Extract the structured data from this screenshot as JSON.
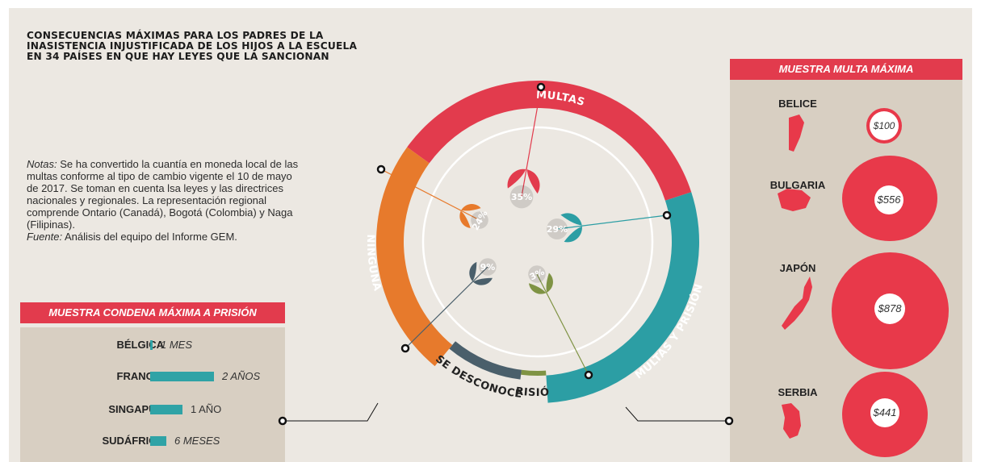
{
  "chart_data": {
    "type": "pie",
    "title": "Consecuencias máximas para los padres de la inasistencia injustificada de los hijos a la escuela en 34 países en que hay leyes que la sancionan",
    "categories": [
      "Multas",
      "Multas y prisión",
      "Prisión",
      "Se desconoce",
      "Ninguna"
    ],
    "values": [
      35,
      29,
      3,
      9,
      24
    ],
    "value_labels": [
      "35%",
      "29%",
      "3%",
      "9%",
      "24%"
    ],
    "category_labels": [
      "MULTAS",
      "MULTAS Y PRISIÓN",
      "PRISIÓN",
      "SE DESCONOCE",
      "NINGUNA"
    ],
    "colors": [
      "#e23b4d",
      "#2c9ea4",
      "#7f9344",
      "#4a5f6b",
      "#e77a2c"
    ]
  },
  "notes": {
    "label": "Notas:",
    "text": "Se ha convertido la cuantía en moneda local de las multas conforme al tipo de cambio vigente el 10 de mayo de 2017. Se toman en cuenta lsa leyes y las directrices nacionales y regionales. La representación regional comprende Ontario (Canadá), Bogotá (Colombia) y Naga (Filipinas).",
    "source_label": "Fuente:",
    "source_text": "Análisis del equipo del Informe GEM."
  },
  "prison_panel": {
    "header": "MUESTRA CONDENA MÁXIMA A PRISIÓN",
    "rows": [
      {
        "country": "BÉLGICA",
        "duration": "1 MES",
        "months": 1
      },
      {
        "country": "FRANCIA",
        "duration": "2 AÑOS",
        "months": 24
      },
      {
        "country": "SINGAPUR",
        "duration": "1 AÑO",
        "months": 12
      },
      {
        "country": "SUDÁFRICA",
        "duration": "6 MESES",
        "months": 6
      }
    ]
  },
  "fine_panel": {
    "header": "MUESTRA MULTA MÁXIMA",
    "rows": [
      {
        "country": "BELICE",
        "amount": "$100",
        "value": 100
      },
      {
        "country": "BULGARIA",
        "amount": "$556",
        "value": 556
      },
      {
        "country": "JAPÓN",
        "amount": "$878",
        "value": 878
      },
      {
        "country": "SERBIA",
        "amount": "$441",
        "value": 441
      }
    ]
  }
}
